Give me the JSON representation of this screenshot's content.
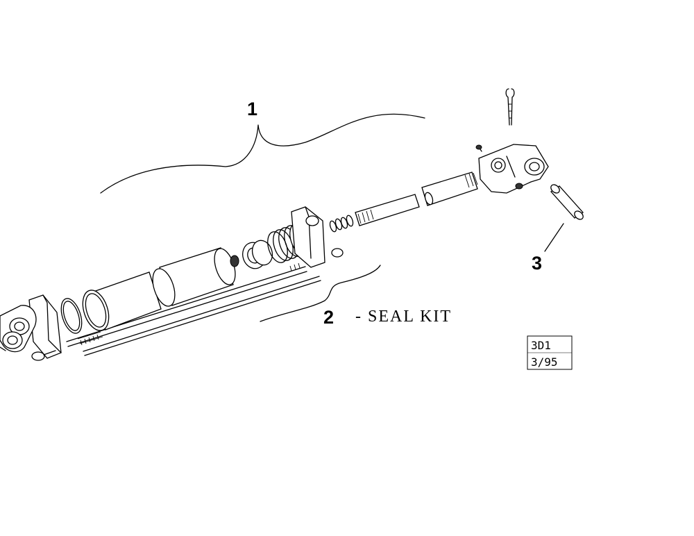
{
  "callouts": {
    "one": "1",
    "two": "2",
    "three": "3"
  },
  "seal_kit_label": "-  SEAL KIT",
  "reference_box": {
    "line1": "3D1",
    "line2": "3/95"
  }
}
